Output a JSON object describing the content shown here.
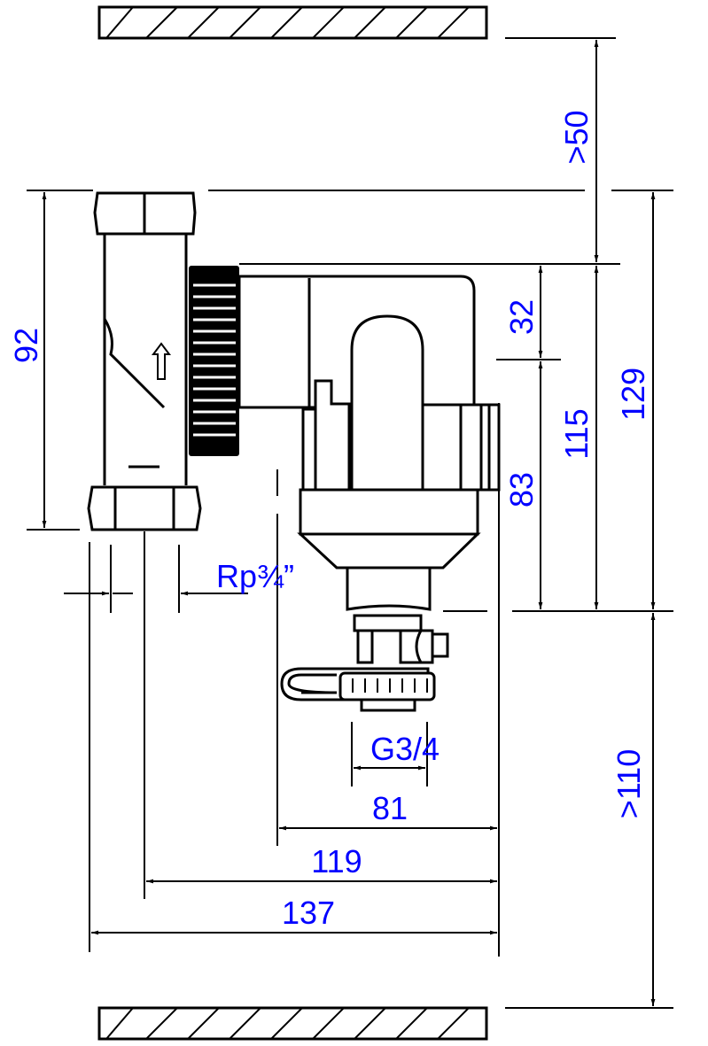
{
  "title": "Filter installation dimension drawing",
  "colors": {
    "dimension_text": "#0000ff",
    "lines": "#000000"
  },
  "dimensions": {
    "clearance_top": ">50",
    "clearance_bottom": ">110",
    "height_total": "129",
    "height_body": "115",
    "height_top": "32",
    "height_bottom": "83",
    "pipe_height": "92",
    "width_81": "81",
    "width_119": "119",
    "width_137": "137",
    "pipe_thread": "Rp¾”",
    "drain_thread": "G3/4"
  }
}
